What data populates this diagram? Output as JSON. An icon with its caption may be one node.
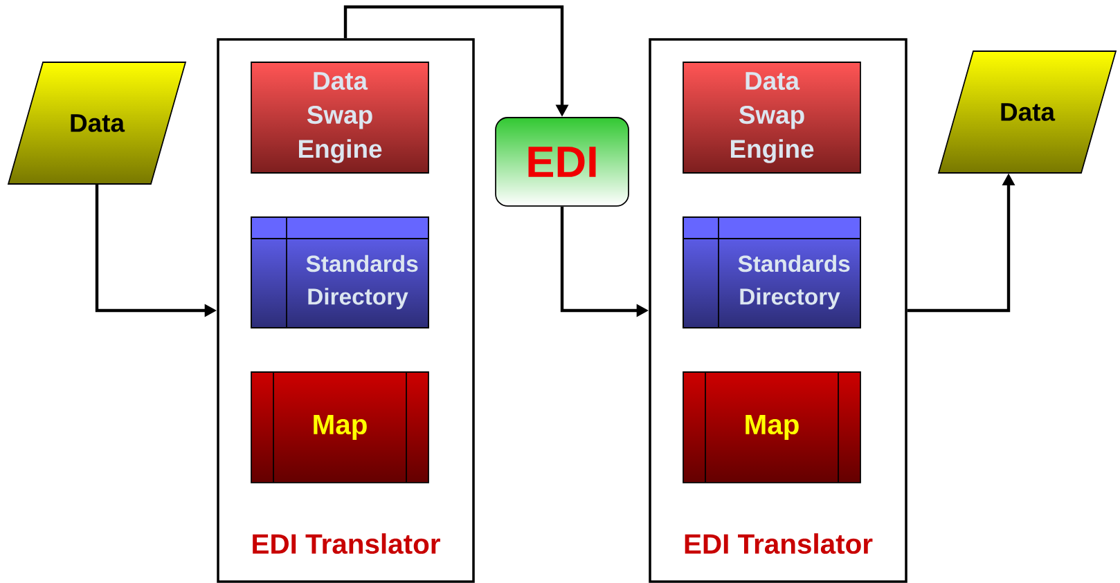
{
  "diagram": {
    "nodes": [
      {
        "text": [
          "Data"
        ]
      },
      {
        "text": [
          "EDI Translator"
        ]
      },
      {
        "text": [
          "Data Swap Engine"
        ],
        "in": 1
      },
      {
        "text": [
          "Standards Directory"
        ],
        "in": 1
      },
      {
        "text": [
          "Map"
        ],
        "in": 1
      },
      {
        "text": [
          "EDI"
        ]
      },
      {
        "text": [
          "EDI Translator"
        ]
      },
      {
        "text": [
          "Data Swap Engine"
        ],
        "in": 6
      },
      {
        "text": [
          "Standards Directory"
        ],
        "in": 6
      },
      {
        "text": [
          "Map"
        ],
        "in": 6
      },
      {
        "text": [
          "Data"
        ]
      }
    ],
    "edges": [
      {
        "from": 0,
        "to": 1,
        "arrow": "to"
      },
      {
        "from": 1,
        "to": 5,
        "arrow": "to"
      },
      {
        "from": 5,
        "to": 6,
        "arrow": "to"
      },
      {
        "from": 6,
        "to": 10,
        "arrow": "to"
      }
    ]
  }
}
